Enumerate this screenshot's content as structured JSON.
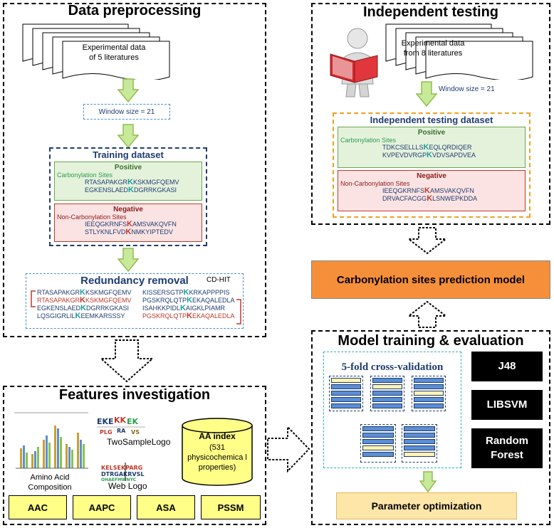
{
  "preprocessing": {
    "title": "Data preprocessing",
    "docs_label_line1": "Experimental data",
    "docs_label_line2": "of 5 literatures",
    "window": "Window size = 21",
    "training": {
      "title": "Training dataset",
      "positive_label": "Positive",
      "positive_sub": "Carbonylation Sites",
      "pos_seq1": {
        "a": "RTASAPAKGR",
        "k": "K",
        "b": "KSKMGFQEMV"
      },
      "pos_seq2": {
        "a": "EGKENSLAED",
        "k": "K",
        "b": "DGRRKGKASI"
      },
      "negative_label": "Negative",
      "negative_sub": "Non-Carbonylation Sites",
      "neg_seq1": {
        "a": "IEEQGKRNFS",
        "k": "K",
        "b": "AMSVAKQVFN"
      },
      "neg_seq2": {
        "a": "STLYKNLFVD",
        "k": "K",
        "b": "NMKYIPTEDV"
      }
    },
    "redundancy": {
      "title": "Redundancy removal",
      "tool": "CD-HIT",
      "left": [
        {
          "a": "RTASAPAKGR",
          "k": "K",
          "b": "KSKMGFQEMV"
        },
        {
          "a": "RTASAPAKGR",
          "k": "K",
          "b": "KSKMGFQEMV"
        },
        {
          "a": "EGKENSLAED",
          "k": "K",
          "b": "DGRRKGKASI"
        },
        {
          "a": "LQSGIGRLIL",
          "k": "K",
          "b": "EEMKARSSSY"
        }
      ],
      "right": [
        {
          "a": "KISSERSGTP",
          "k": "K",
          "b": "KRKAPPPPIS"
        },
        {
          "a": "PGSKRQLQTP",
          "k": "K",
          "b": "EKAQALEDLA"
        },
        {
          "a": "ISAHKKPIDL",
          "k": "K",
          "b": "AIGKLPIAMR"
        },
        {
          "a": "PGSKRQLQTP",
          "k": "K",
          "b": "EKAQALEDLA"
        }
      ]
    }
  },
  "independent": {
    "title": "Independent testing",
    "docs_label_line1": "Experimental data",
    "docs_label_line2": "from 8 literatures",
    "window": "Window size = 21",
    "dataset": {
      "title": "Independent testing dataset",
      "positive_label": "Positive",
      "positive_sub": "Carbonylation Sites",
      "pos_seq1": {
        "a": "TDKCSELLLS",
        "k": "K",
        "b": "EQLQRDIQER"
      },
      "pos_seq2": {
        "a": "KVPEVDVRGP",
        "k": "K",
        "b": "VDVSAPDVEA"
      },
      "negative_label": "Negative",
      "negative_sub": "Non-Carbonylation Sites",
      "neg_seq1": {
        "a": "IEEQGKRNFS",
        "k": "K",
        "b": "AMSVAKQVFN"
      },
      "neg_seq2": {
        "a": "DRVACFACGG",
        "k": "K",
        "b": "LSNWEPKDDA"
      }
    }
  },
  "prediction_model": "Carbonylation sites prediction model",
  "features": {
    "title": "Features investigation",
    "aac_label_line1": "Amino Acid",
    "aac_label_line2": "Composition",
    "two_sample_logo": "TwoSampleLogo",
    "web_logo": "Web Logo",
    "aa_index_title": "AA index",
    "aa_index_sub": "(531 physicochemica l properties)",
    "boxes": [
      "AAC",
      "AAPC",
      "ASA",
      "PSSM"
    ]
  },
  "training": {
    "title": "Model training & evaluation",
    "cv_title": "5-fold cross-validation",
    "classifiers": [
      "J48",
      "LIBSVM",
      "Random Forest"
    ],
    "param": "Parameter optimization"
  },
  "colors": {
    "arrow_green": "#c8e89a",
    "arrow_green_border": "#8fbf4f",
    "model_orange": "#f58f3a",
    "feature_yellow": "#ffff88",
    "navy": "#1f3b70"
  }
}
